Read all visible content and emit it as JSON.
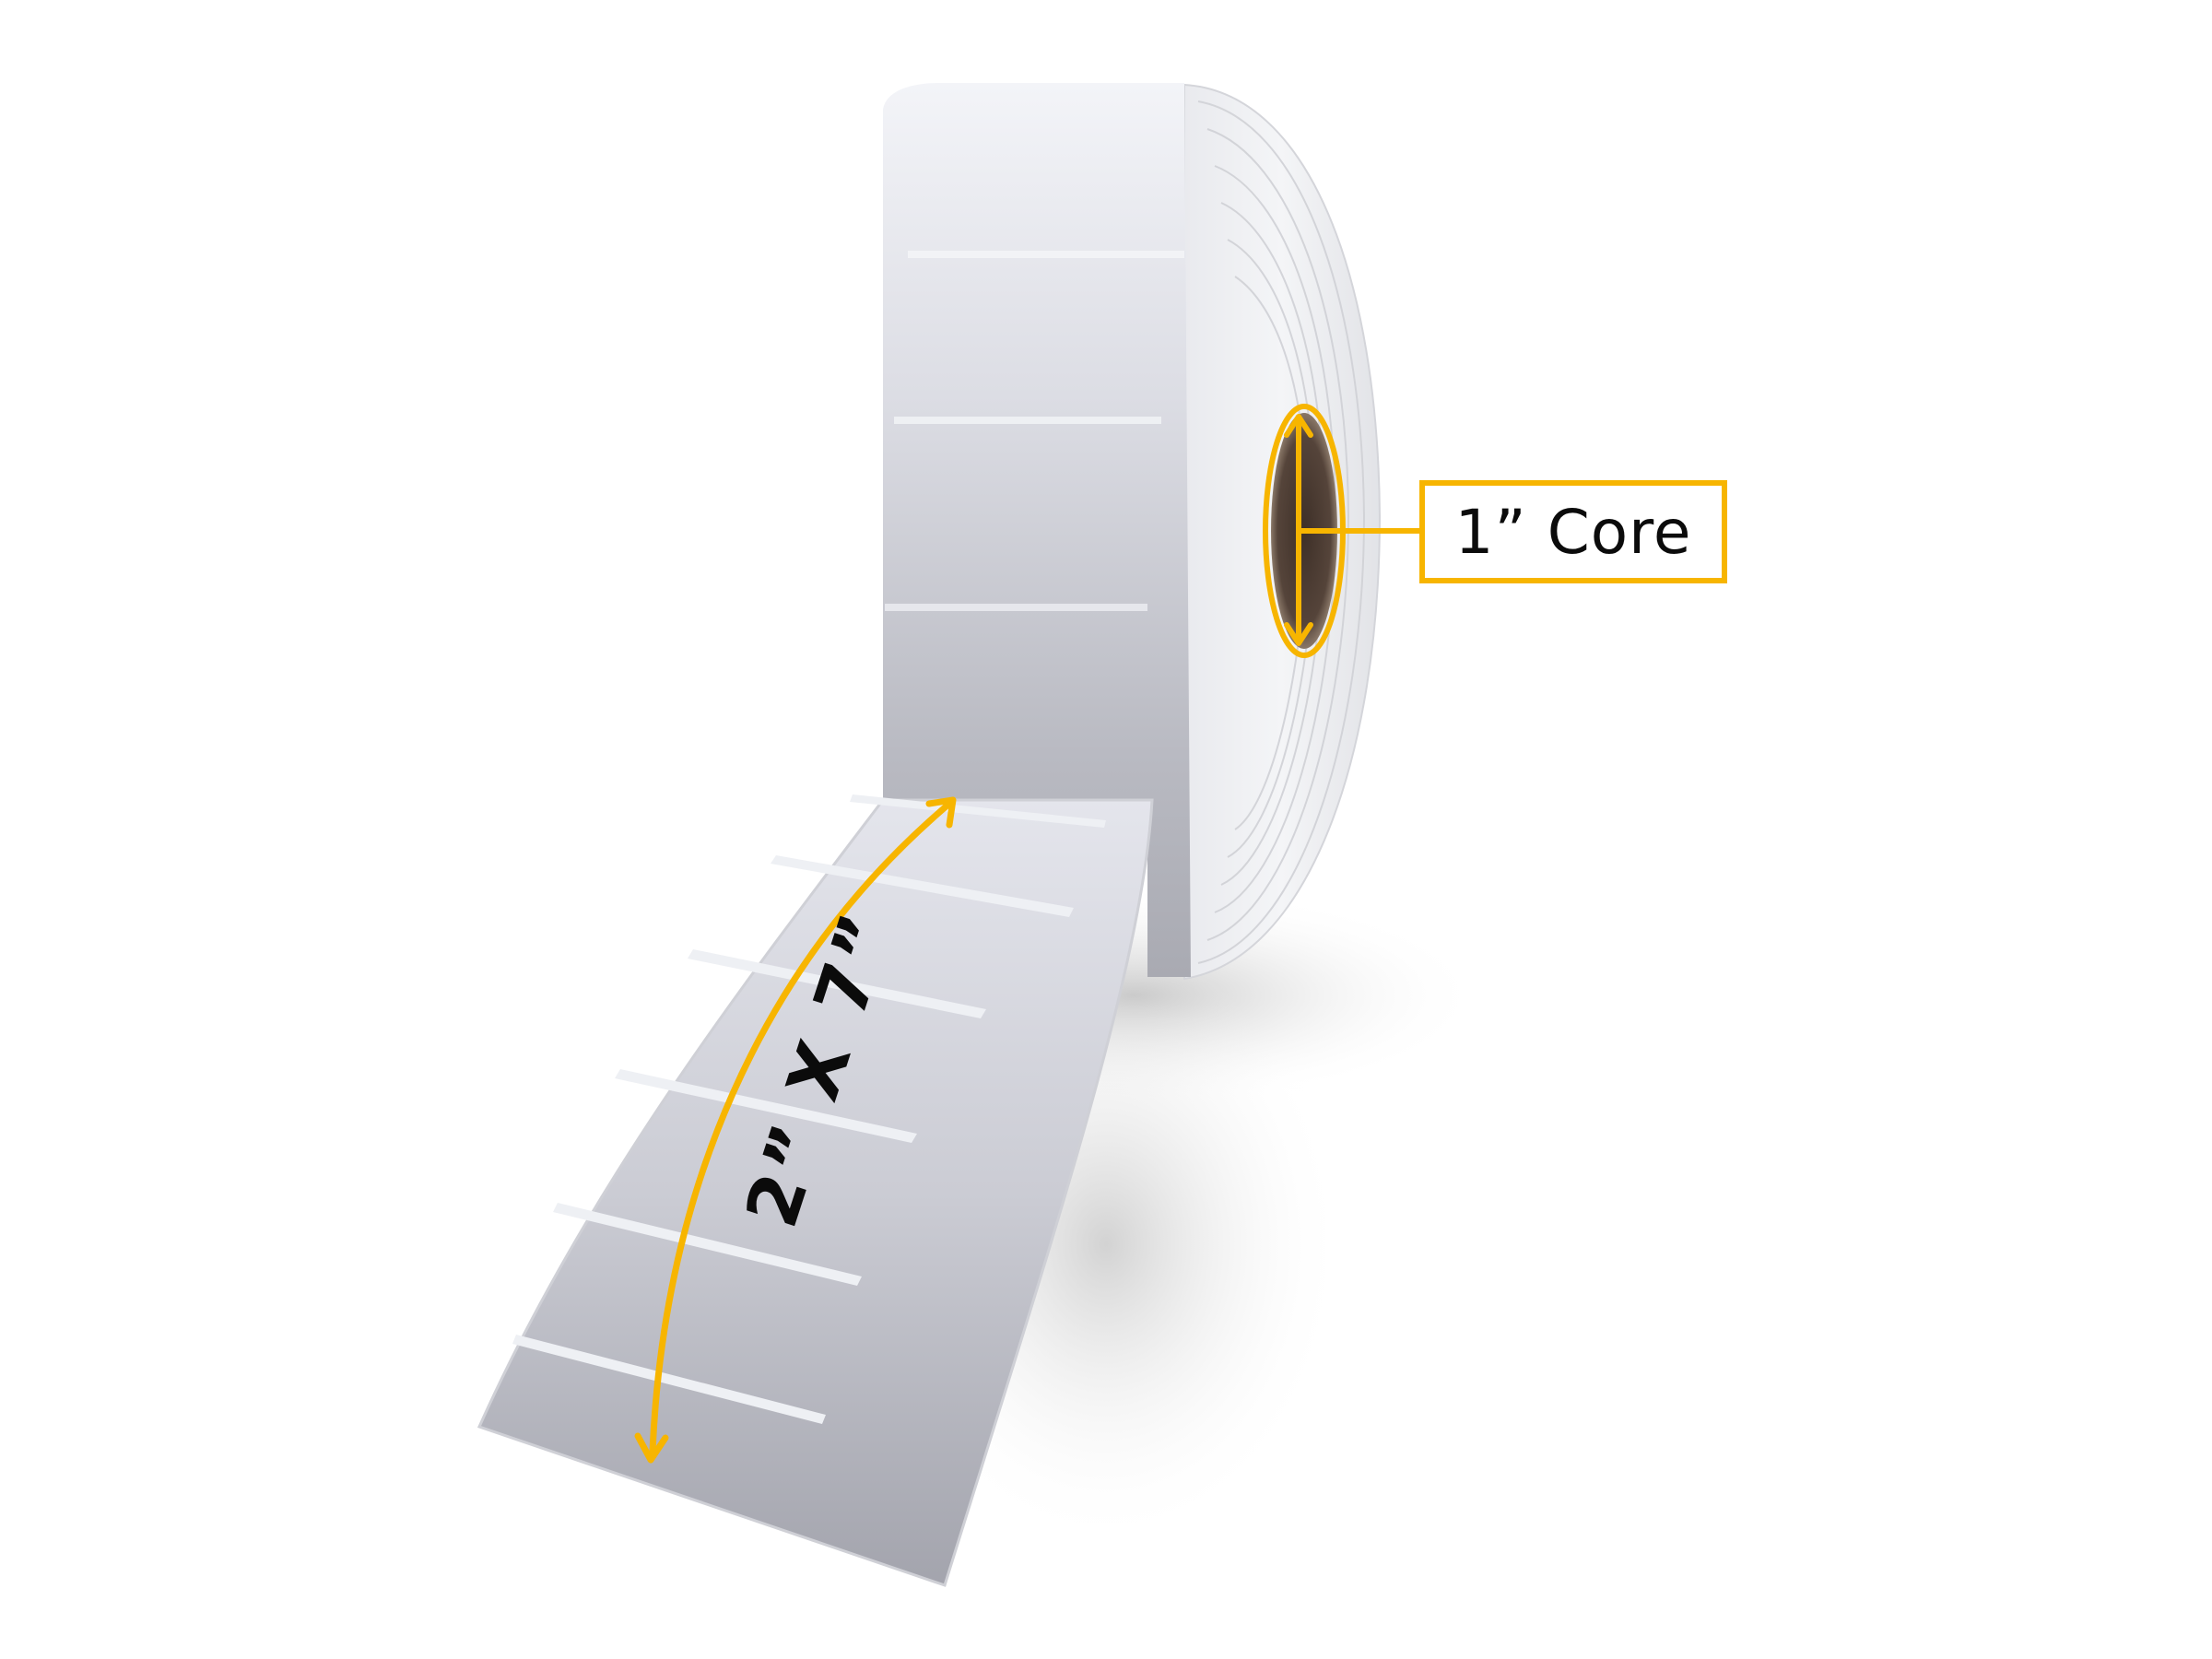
{
  "product": {
    "subject": "Label roll with backing liner, partially unrolled",
    "label_color": "#c9cad1",
    "core_color": "#4a3b30"
  },
  "annotations": {
    "core_callout": {
      "text": "1” Core",
      "accent_color": "#f7b500"
    },
    "label_size": {
      "text": "2” X 7”",
      "accent_color": "#f7b500"
    }
  },
  "icons": {
    "core_diameter_arrow": "double-headed-vertical-arrow",
    "label_length_arrow": "double-headed-curved-arrow"
  }
}
